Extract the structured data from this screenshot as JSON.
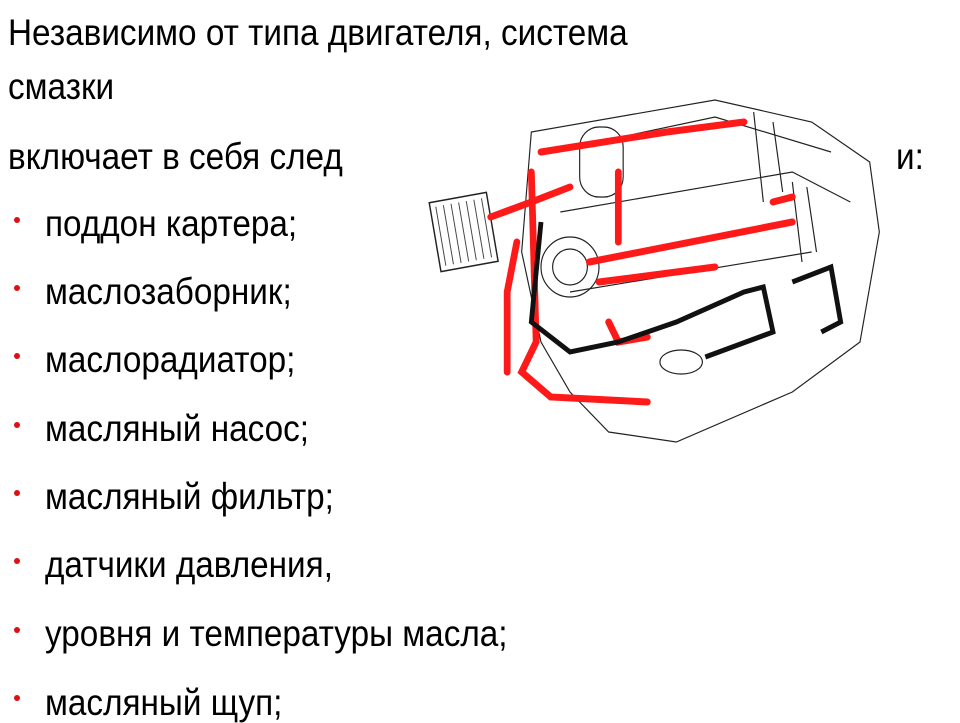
{
  "slide": {
    "heading_line1": "Независимо от типа двигателя, система",
    "heading_line2": "смазки",
    "heading_line3_start": "включает в себя след",
    "heading_line3_end": "и:",
    "bullets": [
      "поддон картера;",
      "маслозаборник;",
      "маслорадиатор;",
      "масляный насос;",
      "масляный фильтр;",
      "датчики давления,",
      "уровня и температуры масла;",
      "масляный щуп;"
    ],
    "colors": {
      "bullet": "#dd1111",
      "oil_line": "#ff1a1a"
    }
  }
}
